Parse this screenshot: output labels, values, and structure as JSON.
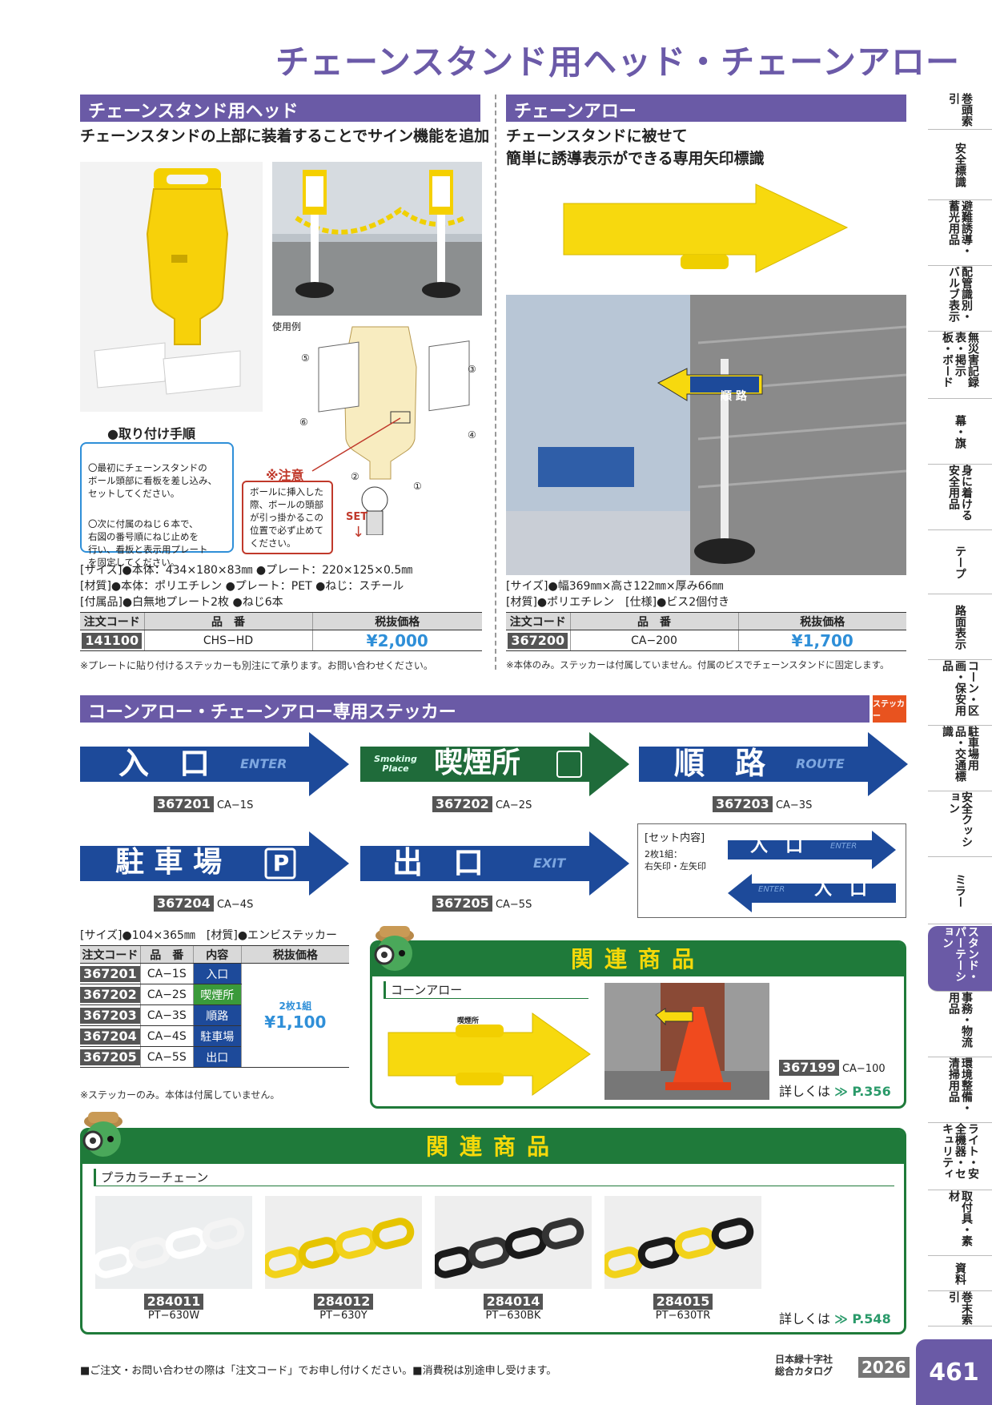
{
  "page_title": "チェーンスタンド用ヘッド・チェーンアロー",
  "head": {
    "section": "チェーンスタンド用ヘッド",
    "lead": "チェーンスタンドの上部に装着することでサイン機能を追加",
    "caption": "使用例",
    "steps_title": "●取り付け手順",
    "step1": "〇最初にチェーンスタンドの\nボール頭部に看板を差し込み、\nセットしてください。",
    "step2": "〇次に付属のねじ６本で、\n右図の番号順にねじ止めを\n行い、看板と表示用プレート\nを固定してください。",
    "caution_title": "※注意",
    "caution": "ボールに挿入した\n際、ボールの頭部\nが引っ掛かるこの\n位置で必ず止めて\nください。",
    "set": "SET",
    "nums": [
      "⑤",
      "③",
      "⑥",
      "④",
      "②",
      "①"
    ],
    "spec1": "[サイズ]●本体：434×180×83㎜ ●プレート：220×125×0.5㎜",
    "spec2": "[材質]●本体：ポリエチレン ●プレート：PET ●ねじ：スチール",
    "spec3": "[付属品]●白無地プレート2枚 ●ねじ6本",
    "col_code": "注文コード",
    "col_part": "品　番",
    "col_price": "税抜価格",
    "code": "141100",
    "part": "CHS−HD",
    "price": "¥2,000",
    "note": "※プレートに貼り付けるステッカーも別注にて承ります。お問い合わせください。"
  },
  "arrowsec": {
    "section": "チェーンアロー",
    "lead1": "チェーンスタンドに被せて",
    "lead2": "簡単に誘導表示ができる専用矢印標識",
    "photo_label": "順 路",
    "spec1": "[サイズ]●幅369㎜×高さ122㎜×厚み66㎜",
    "spec2": "[材質]●ポリエチレン　[仕様]●ビス2個付き",
    "col_code": "注文コード",
    "col_part": "品　番",
    "col_price": "税抜価格",
    "code": "367200",
    "part": "CA−200",
    "price": "¥1,700",
    "note": "※本体のみ。ステッカーは付属していません。付属のビスでチェーンスタンドに固定します。"
  },
  "sticker": {
    "section": "コーンアロー・チェーンアロー専用ステッカー",
    "badge": "ステッカー",
    "items": [
      {
        "jp": "入　口",
        "en": "ENTER",
        "code": "367201",
        "part": "CA−1S",
        "color": "#1d4a9a"
      },
      {
        "jp": "喫煙所",
        "en": "Smoking Place",
        "code": "367202",
        "part": "CA−2S",
        "color": "#1f6b3a"
      },
      {
        "jp": "順　路",
        "en": "ROUTE",
        "code": "367203",
        "part": "CA−3S",
        "color": "#1d4a9a"
      },
      {
        "jp": "駐 車 場",
        "en": "P",
        "code": "367204",
        "part": "CA−4S",
        "color": "#1d4a9a"
      },
      {
        "jp": "出　口",
        "en": "EXIT",
        "code": "367205",
        "part": "CA−5S",
        "color": "#1d4a9a"
      }
    ],
    "set_title": "[セット内容]",
    "set_text": "2枚1組：\n右矢印・左矢印",
    "set_jp": "入　口",
    "set_en": "ENTER",
    "spec": "[サイズ]●104×365㎜　[材質]●エンビステッカー",
    "cols": [
      "注文コード",
      "品　番",
      "内容",
      "税抜価格"
    ],
    "rows": [
      {
        "code": "367201",
        "part": "CA−1S",
        "content": "入口",
        "color": "#1d4a9a"
      },
      {
        "code": "367202",
        "part": "CA−2S",
        "content": "喫煙所",
        "color": "#3a9a3a"
      },
      {
        "code": "367203",
        "part": "CA−3S",
        "content": "順路",
        "color": "#1d4a9a"
      },
      {
        "code": "367204",
        "part": "CA−4S",
        "content": "駐車場",
        "color": "#1d4a9a"
      },
      {
        "code": "367205",
        "part": "CA−5S",
        "content": "出口",
        "color": "#1d4a9a"
      }
    ],
    "pair": "2枚1組",
    "price": "¥1,100",
    "note": "※ステッカーのみ。本体は付属していません。"
  },
  "related1": {
    "title": "関連商品",
    "sub": "コーンアロー",
    "photo_label": "喫煙所",
    "code": "367199",
    "part": "CA−100",
    "more": "詳しくは",
    "page": "≫ P.356"
  },
  "related2": {
    "title": "関連商品",
    "sub": "プラカラーチェーン",
    "items": [
      {
        "code": "284011",
        "part": "PT−630W",
        "c1": "#ffffff",
        "c2": "#ffffff"
      },
      {
        "code": "284012",
        "part": "PT−630Y",
        "c1": "#f2d21a",
        "c2": "#f2d21a"
      },
      {
        "code": "284014",
        "part": "PT−630BK",
        "c1": "#1a1a1a",
        "c2": "#1a1a1a"
      },
      {
        "code": "284015",
        "part": "PT−630TR",
        "c1": "#f2d21a",
        "c2": "#1a1a1a"
      }
    ],
    "more": "詳しくは",
    "page": "≫ P.548"
  },
  "sidebar": [
    "巻頭索引",
    "安全標識",
    "避難誘導・蓄光用品",
    "配管識別・バルブ表示",
    "無災害記録表・掲示板・ボード",
    "幕・旗",
    "身に着ける安全用品",
    "テープ",
    "路面表示",
    "コーン・区画・保安用品",
    "駐車場用品・交通標識",
    "安全クッション",
    "ミラー",
    "スタンド・パーテーション",
    "事務・物流用品",
    "環境整備・清掃用品",
    "ライト・安全機器・セキュリティ",
    "取付具・素材",
    "資料",
    "巻末索引"
  ],
  "footer": {
    "note": "■ご注文・お問い合わせの際は「注文コード」でお申し付けください。■消費税は別途申し受けます。",
    "company1": "日本緑十字社",
    "company2": "総合カタログ",
    "year": "2026",
    "page": "461"
  }
}
